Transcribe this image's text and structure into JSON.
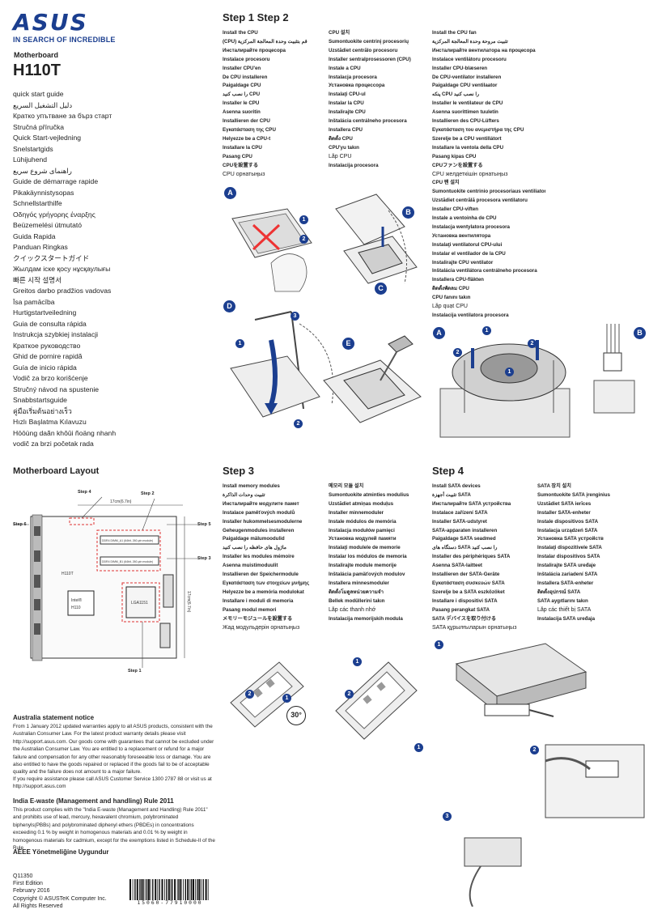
{
  "brand": {
    "logo_text": "ASUS",
    "tagline": "IN SEARCH OF INCREDIBLE"
  },
  "doc": {
    "category": "Motherboard",
    "model": "H110T"
  },
  "quick_start_titles": [
    "quick start guide",
    "دليل التشغيل السريع",
    "Кратко упътване за бърз старт",
    "Stručná příručka",
    "Quick Start-vejledning",
    "Snelstartgids",
    "Lühijuhend",
    "راهنمای شروع سریع",
    "Guide de démarrage rapide",
    "Pikakäynnistysopas",
    "Schnellstarthilfe",
    "Οδηγός γρήγορης έναρξης",
    "Beüzemelési útmutató",
    "Guida Rapida",
    "Panduan Ringkas",
    "クイックスタートガイド",
    "Жылдам іске қосу нұсқаулығы",
    "빠른 시작 설명서",
    "Greitos darbo pradžios vadovas",
    "Īsa pamācība",
    "Hurtigstartveiledning",
    "Guia de consulta rápida",
    "Instrukcja szybkiej instalacji",
    "Краткое руководство",
    "Ghid de pornire rapidă",
    "Guía de inicio rápida",
    "Vodič za brzo korišćenje",
    "Stručný návod na spustenie",
    "Snabbstartsguide",
    "คู่มือเริ่มต้นอย่างเร็ว",
    "Hızlı Başlatma Kılavuzu",
    "Hōōùng daãn khôûi ñoäng nhanh",
    "vodič za brzi početak rada"
  ],
  "step12": {
    "heading": "Step 1 Step 2",
    "col1": [
      "Install the CPU",
      "(CPU) قم بتثبيت وحدة المعالجة المركزية",
      "Инсталирайте процесора",
      "Instalace procesoru",
      "Installer CPU'en",
      "De CPU installeren",
      "Paigaldage CPU",
      "را نصب کنید CPU",
      "Installer le CPU",
      "Asenna suoritin",
      "Installieren der CPU",
      "Εγκατάσταση της CPU",
      "Helyezze be a CPU-t",
      "Installare la CPU",
      "Pasang CPU",
      "CPUを設置する",
      "CPU орнатыңыз"
    ],
    "col2": [
      "CPU 설치",
      "Sumontuokite centrinį procesorių",
      "Uzstādiet centrālo procesoru",
      "Installer sentralprosessoren (CPU)",
      "Instale a CPU",
      "Instalacja procesora",
      "Установка процессора",
      "Instalaţi CPU-ul",
      "Instalar la CPU",
      "Instalirajte CPU",
      "Inštalácia centrálneho procesora",
      "Installera CPU",
      "ติดตั้ง CPU",
      "CPU'yu takın",
      "Lắp CPU",
      "Instalacija procesora"
    ],
    "col3": [
      "Install the CPU fan",
      "تثبيت مروحة وحدة المعالجة المركزية",
      "Инсталирайте вентилатора на процесора",
      "Instalace ventilátoru procesoru",
      "Installer CPU-blæseren",
      "De CPU-ventilator installeren",
      "Paigaldage CPU ventilaator",
      "پنکه CPU را نصب کنید",
      "Installer le ventilateur de CPU",
      "Asenna suorittimen tuuletin",
      "Installieren des CPU-Lüfters",
      "Εγκατάσταση του ανεμιστήρα της CPU",
      "Szerelje be a CPU ventillátort",
      "Installare la ventola della CPU",
      "Pasang kipas CPU",
      "CPUファンを設置する",
      "CPU желдеткішін орнатыңыз",
      "CPU 팬 설치",
      "Sumontuokite centrinio procesoriaus ventiliatorių",
      "Uzstādiet centrālā procesora ventilatoru",
      "Installer CPU-viften",
      "Instale a ventoinha de CPU",
      "Instalacja wentylatora procesora",
      "Установка вентилятора",
      "Instalaţi ventilatorul CPU-ului",
      "Instalar el ventilador de la CPU",
      "Instalirajte CPU ventilator",
      "Inštalácia ventilátora centrálneho procesora",
      "Installera CPU-fläkten",
      "ติดตั้งพัดลม CPU",
      "CPU fanını takın",
      "Lắp quạt CPU",
      "Instalacija ventilatora procesora"
    ]
  },
  "step3": {
    "heading": "Step 3",
    "col1": [
      "Install memory modules",
      "تثبيت وحدات الذاكرة",
      "Инсталирайте модулите памет",
      "Instalace paměťových modulů",
      "Installer hukommelsesmodulerne",
      "Geheugenmodules installeren",
      "Paigaldage mälumoodulid",
      "ماژول های حافظه را نصب کنید",
      "Installer les modules mémoire",
      "Asenna muistimoduulit",
      "Installieren der Speichermodule",
      "Εγκατάσταση των στοιχείων μνήμης",
      "Helyezze be a memória modulokat",
      "Installare i moduli di memoria",
      "Pasang modul memori",
      "メモリーモジュールを設置する",
      "Жад модульдерін орнатыңыз"
    ],
    "col2": [
      "메모리 모듈 설치",
      "Sumontuokite atminties modulius",
      "Uzstādiet atmiņas moduļus",
      "Installer minnemoduler",
      "Instale módulos de memória",
      "Instalacja modułów pamięci",
      "Установка модулей памяти",
      "Instalaţi modulele de memorie",
      "Instalar los módulos de memoria",
      "Instalirajte module memorije",
      "Inštalácia pamäťových modulov",
      "Installera minnesmoduler",
      "ติดตั้งโมดูลหน่วยความจำ",
      "Bellek modüllerini takın",
      "Lắp các thanh nhớ",
      "Instalacija memorijskih modula"
    ]
  },
  "step4": {
    "heading": "Step 4",
    "col1": [
      "Install SATA devices",
      "تثبيت أجهزة SATA",
      "Инсталирайте SATA устройства",
      "Instalace zařízení SATA",
      "Installer SATA-udstyret",
      "SATA-apparaten installeren",
      "Paigaldage SATA seadmed",
      "دستگاه های SATA را نصب کنید",
      "Installer des périphériques SATA",
      "Asenna SATA-laitteet",
      "Installieren der SATA-Geräte",
      "Εγκατάσταση συσκευών SATA",
      "Szerelje be a SATA eszközöket",
      "Installare i dispositivi SATA",
      "Pasang perangkat SATA",
      "SATA デバイスを取り付ける",
      "SATA құрылғыларын орнатыңыз"
    ],
    "col2": [
      "SATA 장치 설치",
      "Sumontuokite SATA įrenginius",
      "Uzstādiet SATA ierīces",
      "Installer SATA-enheter",
      "Instale dispositivos SATA",
      "Instalacja urządzeń SATA",
      "Установка SATA устройств",
      "Instalaţi dispozitivele SATA",
      "Instalar dispositivos SATA",
      "Instalirajte SATA uređaje",
      "Inštalácia zariadení SATA",
      "Installera SATA-enheter",
      "ติดตั้งอุปกรณ์ SATA",
      "SATA aygıtlarını takın",
      "Lắp các thiết bị SATA",
      "Instalacija SATA uređaja"
    ]
  },
  "layout": {
    "heading": "Motherboard Layout",
    "step_labels": {
      "s1": "Step 1",
      "s2": "Step 2",
      "s3": "Step 3",
      "s4": "Step 4",
      "s5": "Step 5",
      "s6": "Step 6"
    },
    "width_label": "17cm(6.7in)",
    "height_label": "17cm(6.7in)",
    "board_name": "H110T",
    "chip_brand": "Intel®",
    "chip_name": "H110",
    "socket_name": "LGA1151",
    "dimm_a": "DDR4 DIMM_A1 (64bit, 260-pin module)",
    "dimm_b": "DDR4 DIMM_B1 (64bit, 260-pin module)"
  },
  "badges": {
    "a": "A",
    "b": "B",
    "c": "C",
    "d": "D",
    "e": "E",
    "n1": "1",
    "n2": "2",
    "n3": "3"
  },
  "angle_label": "30°",
  "australia": {
    "title": "Australia statement notice",
    "body": "From 1 January 2012 updated warranties apply to all ASUS products, consistent with the Australian Consumer Law. For the latest product warranty details please visit http://support.asus.com. Our goods come with guarantees that cannot be excluded under the Australian Consumer Law. You are entitled to a replacement or refund for a major failure and compensation for any other reasonably foreseeable loss or damage. You are also entitled to have the goods repaired or replaced if the goods fail to be of acceptable quality and the failure does not amount to a major failure.",
    "body2": "If you require assistance please call ASUS Customer Service 1300 2787 88 or visit us at http://support.asus.com"
  },
  "india": {
    "title": "India E-waste (Management and handling) Rule 2011",
    "body": "This product complies with the \"India E-waste (Management and Handling) Rule 2011\" and prohibits use of lead, mercury, hexavalent chromium, polybrominated biphenyls(PBBs) and polybrominated diphenyl ethers (PBDEs) in concentrations exceeding 0.1 % by weight in homogenous materials and 0.01 % by weight in homogenous materials for cadmium, except for the exemptions listed in Schedule-II of the Rule"
  },
  "aeee": {
    "title": "AEEE Yönetmeliğine Uygundur"
  },
  "footer": {
    "code": "Q11350",
    "edition": "First Edition",
    "date": "February 2016",
    "copyright": "Copyright © ASUSTeK Computer Inc.",
    "rights": "All Rights Reserved",
    "barcode_num": "15060-77910000"
  }
}
